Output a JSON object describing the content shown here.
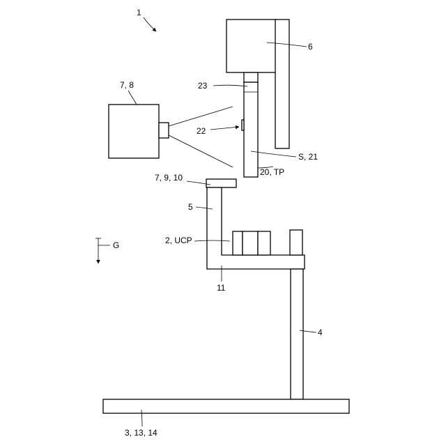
{
  "labels": {
    "figure_ref": "1",
    "machine": "6",
    "holder": "23",
    "camera": "7, 8",
    "mark": "22",
    "substrate": "S, 21",
    "top_plate": "20, TP",
    "reference": "7, 9, 10",
    "arm": "5",
    "components": "2, UCP",
    "gravity": "G",
    "platform": "11",
    "column": "4",
    "base": "3, 13, 14"
  },
  "colors": {
    "line": "#000000",
    "background": "#ffffff"
  }
}
